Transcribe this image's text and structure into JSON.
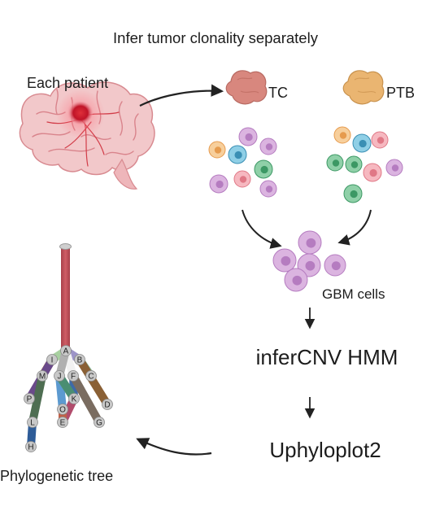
{
  "title": "Infer tumor clonality separately",
  "patient_label": "Each patient",
  "sample_labels": {
    "tc": "TC",
    "ptb": "PTB"
  },
  "merge_label": "GBM cells",
  "step1_label": "inferCNV HMM",
  "step2_label": "Uphyloplot2",
  "output_label": "Phylogenetic tree",
  "tree_nodes": [
    {
      "id": "A",
      "name": "tree-node-a"
    },
    {
      "id": "B",
      "name": "tree-node-b"
    },
    {
      "id": "I",
      "name": "tree-node-i"
    },
    {
      "id": "C",
      "name": "tree-node-c"
    },
    {
      "id": "F",
      "name": "tree-node-f"
    },
    {
      "id": "J",
      "name": "tree-node-j"
    },
    {
      "id": "M",
      "name": "tree-node-m"
    },
    {
      "id": "K",
      "name": "tree-node-k"
    },
    {
      "id": "P",
      "name": "tree-node-p"
    },
    {
      "id": "D",
      "name": "tree-node-d"
    },
    {
      "id": "O",
      "name": "tree-node-o"
    },
    {
      "id": "E",
      "name": "tree-node-e"
    },
    {
      "id": "L",
      "name": "tree-node-l"
    },
    {
      "id": "G",
      "name": "tree-node-g"
    },
    {
      "id": "H",
      "name": "tree-node-h"
    }
  ],
  "colors": {
    "trunk": "#c0505a",
    "brain": "#f0c6c8",
    "tumor": "#c8142a",
    "tc_mass": "#d8877e",
    "ptb_mass": "#eab571",
    "gbm_cell": "#d8a8dc",
    "arrow": "#222222"
  }
}
